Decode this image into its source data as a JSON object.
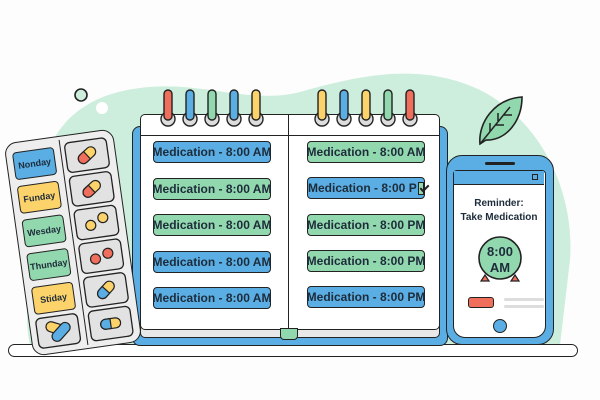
{
  "scene": {
    "description": "Medication schedule illustration",
    "colors": {
      "blue": "#5aaee3",
      "green": "#92d8ae",
      "yellow": "#fcd36a",
      "red": "#ef6f5c",
      "mint_background": "#cdeedd",
      "outline": "#222222"
    }
  },
  "pill_organizer": {
    "days": [
      {
        "label": "Nonday",
        "color": "blue"
      },
      {
        "label": "Funday",
        "color": "yellow"
      },
      {
        "label": "Wesday",
        "color": "green"
      },
      {
        "label": "Thunday",
        "color": "green"
      },
      {
        "label": "Stiday",
        "color": "yellow"
      }
    ]
  },
  "planner": {
    "left_page": [
      {
        "label": "Medication - 8:00 AM",
        "color": "blue"
      },
      {
        "label": "Medication - 8:00 AM",
        "color": "green"
      },
      {
        "label": "Medication - 8:00 AM",
        "color": "green"
      },
      {
        "label": "Medication - 8:00 AM",
        "color": "blue"
      },
      {
        "label": "Medication - 8:00 AM",
        "color": "blue"
      }
    ],
    "right_page": [
      {
        "label": "Medication - 8:00 AM",
        "color": "green",
        "checked": false
      },
      {
        "label": "Medication - 8:00 P",
        "color": "blue",
        "checked": true
      },
      {
        "label": "Medication - 8:00 PM",
        "color": "green",
        "checked": false
      },
      {
        "label": "Medication - 8:00 PM",
        "color": "green",
        "checked": false
      },
      {
        "label": "Medication - 8:00 PM",
        "color": "blue",
        "checked": false
      }
    ]
  },
  "phone": {
    "reminder_line1": "Reminder:",
    "reminder_line2": "Take Medication",
    "clock_time": "8:00",
    "clock_period": "AM"
  }
}
